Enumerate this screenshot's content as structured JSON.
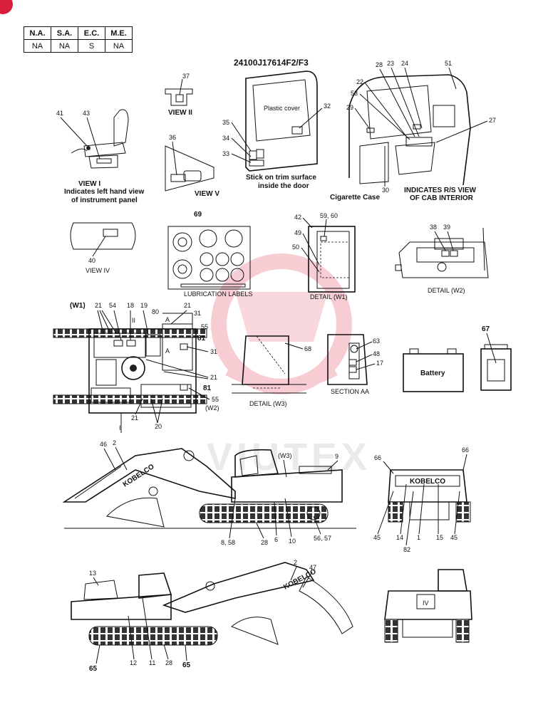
{
  "codes_table": {
    "headers": [
      "N.A.",
      "S.A.",
      "E.C.",
      "M.E."
    ],
    "values": [
      "NA",
      "NA",
      "S",
      "NA"
    ]
  },
  "part_number": "24100J17614F2/F3",
  "watermark": "VIUTEX",
  "views": {
    "view1_title": "VIEW I",
    "view1_caption_1": "Indicates left hand view",
    "view1_caption_2": "of instrument panel",
    "view2_title": "VIEW II",
    "view4_title": "VIEW IV",
    "view5_title": "VIEW V",
    "door_caption_1": "Stick on trim surface",
    "door_caption_2": "inside the door",
    "plastic_cover": "Plastic cover",
    "cigarette_case": "Cigarette Case",
    "rs_view_1": "INDICATES R/S VIEW",
    "rs_view_2": "OF CAB INTERIOR",
    "lubrication_labels": "LUBRICATION LABELS",
    "detail_w1": "DETAIL (W1)",
    "detail_w2": "DETAIL (W2)",
    "detail_w3": "DETAIL (W3)",
    "section_aa": "SECTION AA",
    "battery": "Battery",
    "brand_mark": "KOBELCO",
    "view_iv_mark": "IV"
  },
  "callouts": {
    "c37": "37",
    "c41": "41",
    "c43": "43",
    "c36": "36",
    "c32": "32",
    "c35": "35",
    "c34": "34",
    "c33": "33",
    "c28": "28",
    "c23": "23",
    "c24": "24",
    "c51": "51",
    "c22": "22",
    "c53": "53",
    "c29": "29",
    "c27": "27",
    "c30": "30",
    "c69": "69",
    "c42": "42",
    "c5960": "59, 60",
    "c49": "49",
    "c50": "50",
    "c38": "38",
    "c39": "39",
    "c40": "40",
    "cw1": "(W1)",
    "c21a": "21",
    "c54": "54",
    "c18": "18",
    "c19": "19",
    "c80": "80",
    "c21b": "21",
    "c31a": "31",
    "c55a": "55",
    "cA1": "A",
    "cA2": "A",
    "c81a": "81",
    "c31b": "31",
    "c21c": "21",
    "c81b": "81",
    "c55b": "55",
    "cw2": "(W2)",
    "c21d": "21",
    "c20": "20",
    "c68": "68",
    "c63": "63",
    "c48": "48",
    "c17": "17",
    "c67": "67",
    "cI": "I",
    "cII": "II",
    "c46": "46",
    "c2a": "2",
    "cw3": "(W3)",
    "c9": "9",
    "c66a": "66",
    "c66b": "66",
    "c858": "8, 58",
    "c28b": "28",
    "c6": "6",
    "c10": "10",
    "c5657": "56, 57",
    "c45a": "45",
    "c14": "14",
    "c1": "1",
    "c15": "15",
    "c45b": "45",
    "c82": "82",
    "c13": "13",
    "c2b": "2",
    "c47": "47",
    "c65a": "65",
    "c12": "12",
    "c11": "11",
    "c28c": "28",
    "c65b": "65"
  }
}
